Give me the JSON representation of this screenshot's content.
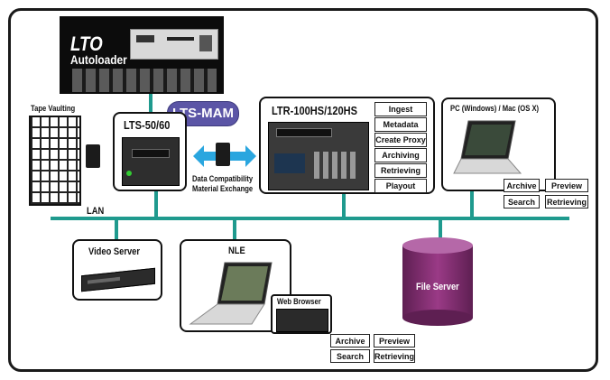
{
  "autoloader": {
    "brand": "LTO",
    "name": "Autoloader"
  },
  "mam_label": "LTS-MAM",
  "tape_vaulting": "Tape Vaulting",
  "lts": {
    "title": "LTS-50/60"
  },
  "exchange": {
    "line1": "Data Compatibility",
    "line2": "Material Exchange"
  },
  "ltr": {
    "title": "LTR-100HS/120HS",
    "functions": [
      "Ingest",
      "Metadata",
      "Create Proxy",
      "Archiving",
      "Retrieving",
      "Playout"
    ]
  },
  "pc": {
    "title": "PC (Windows) / Mac (OS X)",
    "buttons": [
      "Archive",
      "Preview",
      "Search",
      "Retrieving"
    ]
  },
  "lan_label": "LAN",
  "video_server": {
    "title": "Video Server"
  },
  "nle": {
    "title": "NLE",
    "web_browser": "Web Browser",
    "buttons": [
      "Archive",
      "Preview",
      "Search",
      "Retrieving"
    ]
  },
  "file_server": {
    "title": "File Server"
  },
  "colors": {
    "network": "#1f9a8e",
    "mam": "#5b55a6",
    "file_server": "#7b2a6b",
    "arrow": "#2aa6df"
  }
}
